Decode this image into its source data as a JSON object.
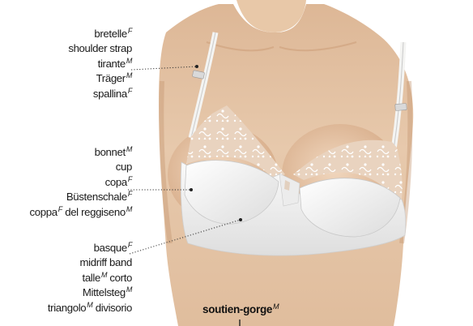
{
  "groups": {
    "strap": [
      {
        "text": "bretelle",
        "sup": "F"
      },
      {
        "text": "shoulder strap",
        "sup": ""
      },
      {
        "text": "tirante",
        "sup": "M"
      },
      {
        "text": "Träger",
        "sup": "M"
      },
      {
        "text": "spallina",
        "sup": "F"
      }
    ],
    "cup": [
      {
        "text": "bonnet",
        "sup": "M"
      },
      {
        "text": "cup",
        "sup": ""
      },
      {
        "text": "copa",
        "sup": "F"
      },
      {
        "text": "Büstenschale",
        "sup": "F"
      },
      {
        "parts": [
          {
            "text": "coppa",
            "sup": "F"
          },
          {
            "text": " del reggiseno",
            "sup": "M"
          }
        ]
      }
    ],
    "band": [
      {
        "text": "basque",
        "sup": "F"
      },
      {
        "text": "midriff band",
        "sup": ""
      },
      {
        "parts": [
          {
            "text": "talle",
            "sup": "M"
          },
          {
            "text": " corto",
            "sup": ""
          }
        ]
      },
      {
        "text": "Mittelsteg",
        "sup": "M"
      },
      {
        "parts": [
          {
            "text": "triangolo",
            "sup": "M"
          },
          {
            "text": " divisorio",
            "sup": ""
          }
        ]
      }
    ]
  },
  "title": {
    "text": "soutien-gorge",
    "sup": "M"
  },
  "colors": {
    "skin": "#e4c3a4",
    "skin_shadow": "#c99a74",
    "bra": "#f3f3f1",
    "lace_base": "#ead6c3",
    "lace_pattern": "#ffffff",
    "leader": "#333333"
  }
}
